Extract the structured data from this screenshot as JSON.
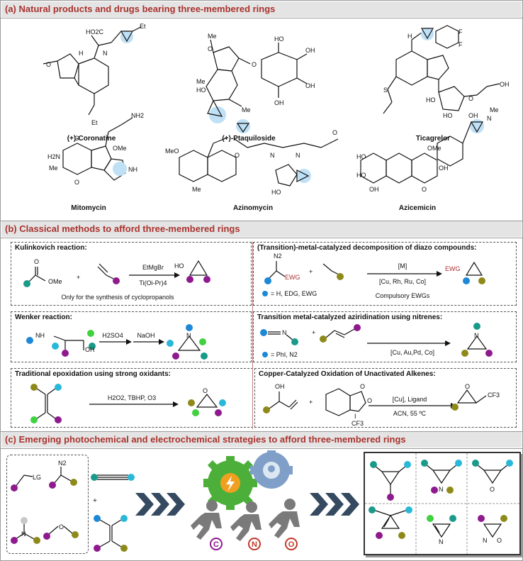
{
  "sections": {
    "a": "(a) Natural products and drugs bearing three-membered rings",
    "b": "(b) Classical methods to afford three-membered rings",
    "c": "(c) Emerging photochemical and electrochemical strategies to afford three-membered rings"
  },
  "compounds": {
    "coronatine": "(+)-Coronatine",
    "ptaquiloside": "(+)-Ptaquiloside",
    "ticagrelor": "Ticagrelor",
    "mitomycin": "Mitomycin",
    "azinomycin": "Azinomycin",
    "azicemicin": "Azicemicin"
  },
  "methods": {
    "kulinkovich": {
      "title": "Kulinkovich reaction:",
      "reagent_top": "EtMgBr",
      "reagent_bottom": "Ti(Oi-Pr)4",
      "note": "Only for the synthesis of cyclopropanols",
      "ome": "OMe",
      "ho": "HO"
    },
    "diazo": {
      "title": "(Transition)-metal-catalyzed decomposition of diazo compounds:",
      "reagent_top": "[M]",
      "reagent_bottom": "[Cu, Rh, Ru, Co]",
      "note": "Compulsory EWGs",
      "legend": "= H, EDG, EWG",
      "ewg": "EWG",
      "n2": "N2"
    },
    "wenker": {
      "title": "Wenker reaction:",
      "reagent1": "H2SO4",
      "reagent2": "NaOH",
      "nh": "NH",
      "oh": "OH"
    },
    "nitrene": {
      "title": "Transition metal-catalyzed aziridination using nitrenes:",
      "reagent_bottom": "[Cu, Au,Pd, Co]",
      "legend": "= PhI, N2",
      "n": "N"
    },
    "epox": {
      "title": "Traditional epoxidation using strong oxidants:",
      "reagent": "H2O2, TBHP, O3"
    },
    "copper": {
      "title": "Copper-Catalyzed Oxidation of Unactivated Alkenes:",
      "reagent_top": "[Cu], Ligand",
      "reagent_bottom": "ACN, 55 ºC",
      "oh": "OH",
      "cf3": "CF3",
      "i": "I"
    }
  },
  "emerging": {
    "lg": "LG",
    "n2": "N2",
    "n": "N",
    "o": "O",
    "plus": "+",
    "badges": [
      "C",
      "N",
      "O"
    ]
  },
  "colors": {
    "header_text": "#a8322d",
    "header_bg": "#e4e4e4",
    "blue": "#1e88d6",
    "purple": "#8e1a8e",
    "olive": "#8e8a1a",
    "green": "#3fd13f",
    "teal": "#1a9a8a",
    "cyan": "#2ab8d8",
    "ewg_red": "#b03030",
    "gear_green": "#4caf3a",
    "gear_blue": "#7f9fc8",
    "chevron": "#354a60",
    "runner": "#7a7a7a"
  }
}
